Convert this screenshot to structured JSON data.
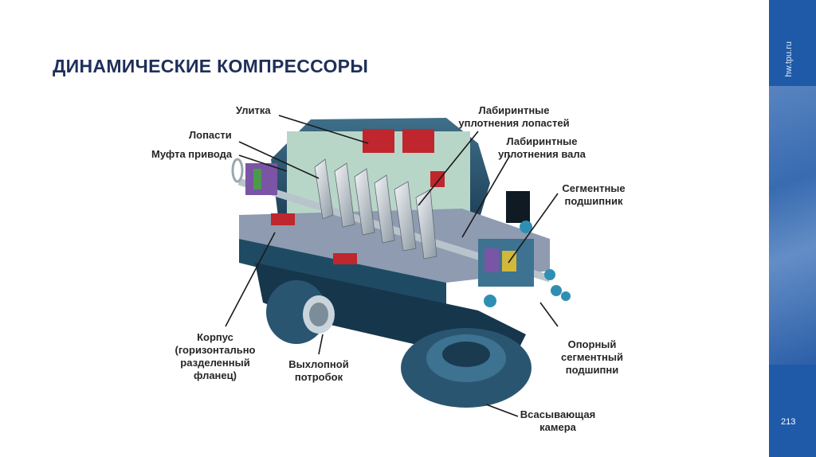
{
  "slide": {
    "title": "ДИНАМИЧЕСКИЕ КОМПРЕССОРЫ",
    "site": "hw.tpu.ru",
    "page_number": "213"
  },
  "labels": {
    "volute": "Улитка",
    "blades": "Лопасти",
    "drive_coupling": "Муфта привода",
    "housing": [
      "Корпус",
      "(горизонтально",
      "разделенный",
      "фланец)"
    ],
    "discharge": [
      "Выхлопной",
      "потробок"
    ],
    "labyrinth_blades": [
      "Лабиринтные",
      "уплотнения лопастей"
    ],
    "labyrinth_shaft": [
      "Лабиринтные",
      "уплотнения вала"
    ],
    "segment_bearings": [
      "Сегментные",
      "подшипник"
    ],
    "support_bearing": [
      "Опорный",
      "сегментный",
      "подшипни"
    ],
    "suction_chamber": [
      "Всасывающая",
      "камера"
    ]
  }
}
